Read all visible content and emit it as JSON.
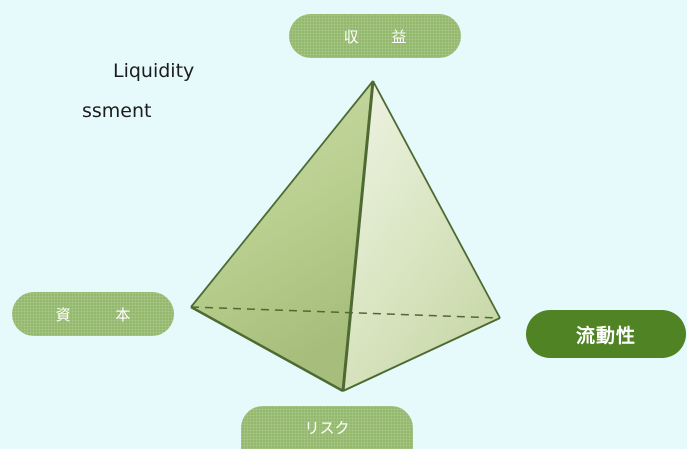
{
  "heading": {
    "line1": "Liquidity",
    "line2": "ssment"
  },
  "vertices": {
    "top": "収 益",
    "left": "資 本",
    "right": "流動性",
    "bottom": "リスク"
  },
  "colors": {
    "background": "#e7fafb",
    "label_light": "#93b96d",
    "label_dark": "#4f8324",
    "face_light": "#e6ecd4",
    "face_dark": "#9db473",
    "edge": "#4e6a33"
  }
}
